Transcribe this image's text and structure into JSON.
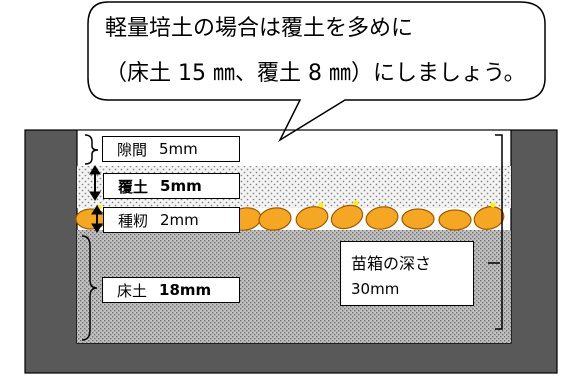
{
  "callout": {
    "line1": "軽量培土の場合は覆土を多めに",
    "line2": "（床土 15 ㎜、覆土 8 ㎜）にしましょう。"
  },
  "labels": {
    "gap": {
      "name": "隙間",
      "value": "5mm"
    },
    "cover_soil": {
      "name": "覆土",
      "value": "5mm"
    },
    "seed": {
      "name": "種籾",
      "value": "2mm"
    },
    "bed_soil": {
      "name": "床土",
      "value": "18mm"
    },
    "box_depth": {
      "name": "苗箱の深さ",
      "value": "30mm"
    }
  },
  "colors": {
    "tray_wall": "#595959",
    "bed_soil_fill": "#b3b3b3",
    "cover_soil_fill": "#f2f2f2",
    "seed_fill": "#f5a623",
    "seed_outline": "#a05a00",
    "seed_highlight": "#fff200"
  }
}
